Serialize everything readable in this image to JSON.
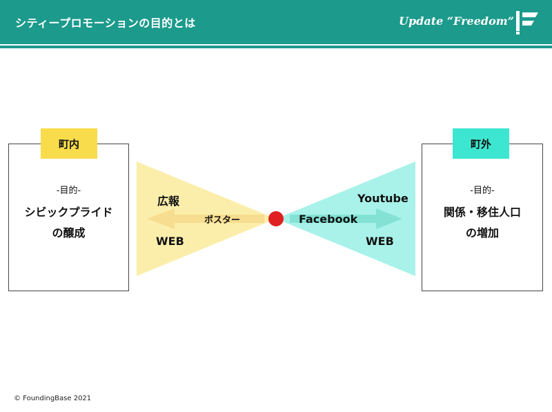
{
  "header": {
    "title": "シティープロモーションの目的とは",
    "tagline": "Update “Freedom”",
    "colors": {
      "header_bg": "#1c9a8c",
      "text": "#ffffff"
    }
  },
  "left": {
    "tag": "町内",
    "purpose_label": "-目的-",
    "purpose_lines": [
      "シビックプライド",
      "の醸成"
    ],
    "color": "#f8dc4c"
  },
  "right": {
    "tag": "町外",
    "purpose_label": "-目的-",
    "purpose_lines": [
      "関係・移住人口",
      "の増加"
    ],
    "color": "#3de6d0"
  },
  "diagram": {
    "left_labels": {
      "top": "広報",
      "middle": "ポスター",
      "bottom": "WEB"
    },
    "right_labels": {
      "top": "Youtube",
      "middle": "Facebook",
      "bottom": "WEB"
    },
    "colors": {
      "left_funnel": "#fbeeab",
      "right_funnel": "#a8f2ea",
      "center_dot": "#e02121"
    }
  },
  "footer": {
    "copyright": "© FoundingBase 2021"
  }
}
